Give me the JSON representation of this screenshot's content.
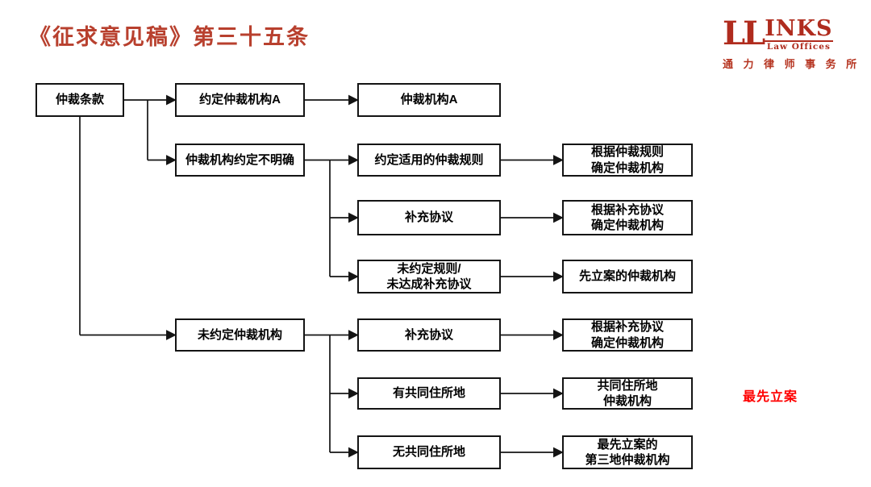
{
  "page": {
    "title": "《征求意见稿》第三十五条"
  },
  "logo": {
    "mark_left": "LL",
    "mark_right": "INKS",
    "law_offices": "Law Offices",
    "chinese_name": "通 力 律 师 事 务 所"
  },
  "colors": {
    "title_red": "#b8402e",
    "logo_red": "#b02c1e",
    "annotation_red": "#ff0000",
    "line_color": "#141414",
    "background": "#ffffff"
  },
  "flowchart": {
    "nodes": [
      {
        "id": "arbitration-clause",
        "label": "仲裁条款"
      },
      {
        "id": "agreed-institution-a",
        "label": "约定仲裁机构A"
      },
      {
        "id": "institution-a",
        "label": "仲裁机构A"
      },
      {
        "id": "institution-agreement-unclear",
        "label": "仲裁机构约定不明确"
      },
      {
        "id": "agreed-applicable-rules",
        "label": "约定适用的仲裁规则"
      },
      {
        "id": "institution-per-rules",
        "label": "根据仲裁规则\n确定仲裁机构"
      },
      {
        "id": "supplementary-agreement-1",
        "label": "补充协议"
      },
      {
        "id": "institution-per-supplement-1",
        "label": "根据补充协议\n确定仲裁机构"
      },
      {
        "id": "no-rules-no-supplement",
        "label": "未约定规则/\n未达成补充协议"
      },
      {
        "id": "first-filed-institution",
        "label": "先立案的仲裁机构"
      },
      {
        "id": "no-agreed-institution",
        "label": "未约定仲裁机构"
      },
      {
        "id": "supplementary-agreement-2",
        "label": "补充协议"
      },
      {
        "id": "institution-per-supplement-2",
        "label": "根据补充协议\n确定仲裁机构"
      },
      {
        "id": "has-common-domicile",
        "label": "有共同住所地"
      },
      {
        "id": "common-domicile-institution",
        "label": "共同住所地\n仲裁机构"
      },
      {
        "id": "no-common-domicile",
        "label": "无共同住所地"
      },
      {
        "id": "third-place-first-filed",
        "label": "最先立案的\n第三地仲裁机构"
      }
    ],
    "annotation": "最先立案"
  }
}
